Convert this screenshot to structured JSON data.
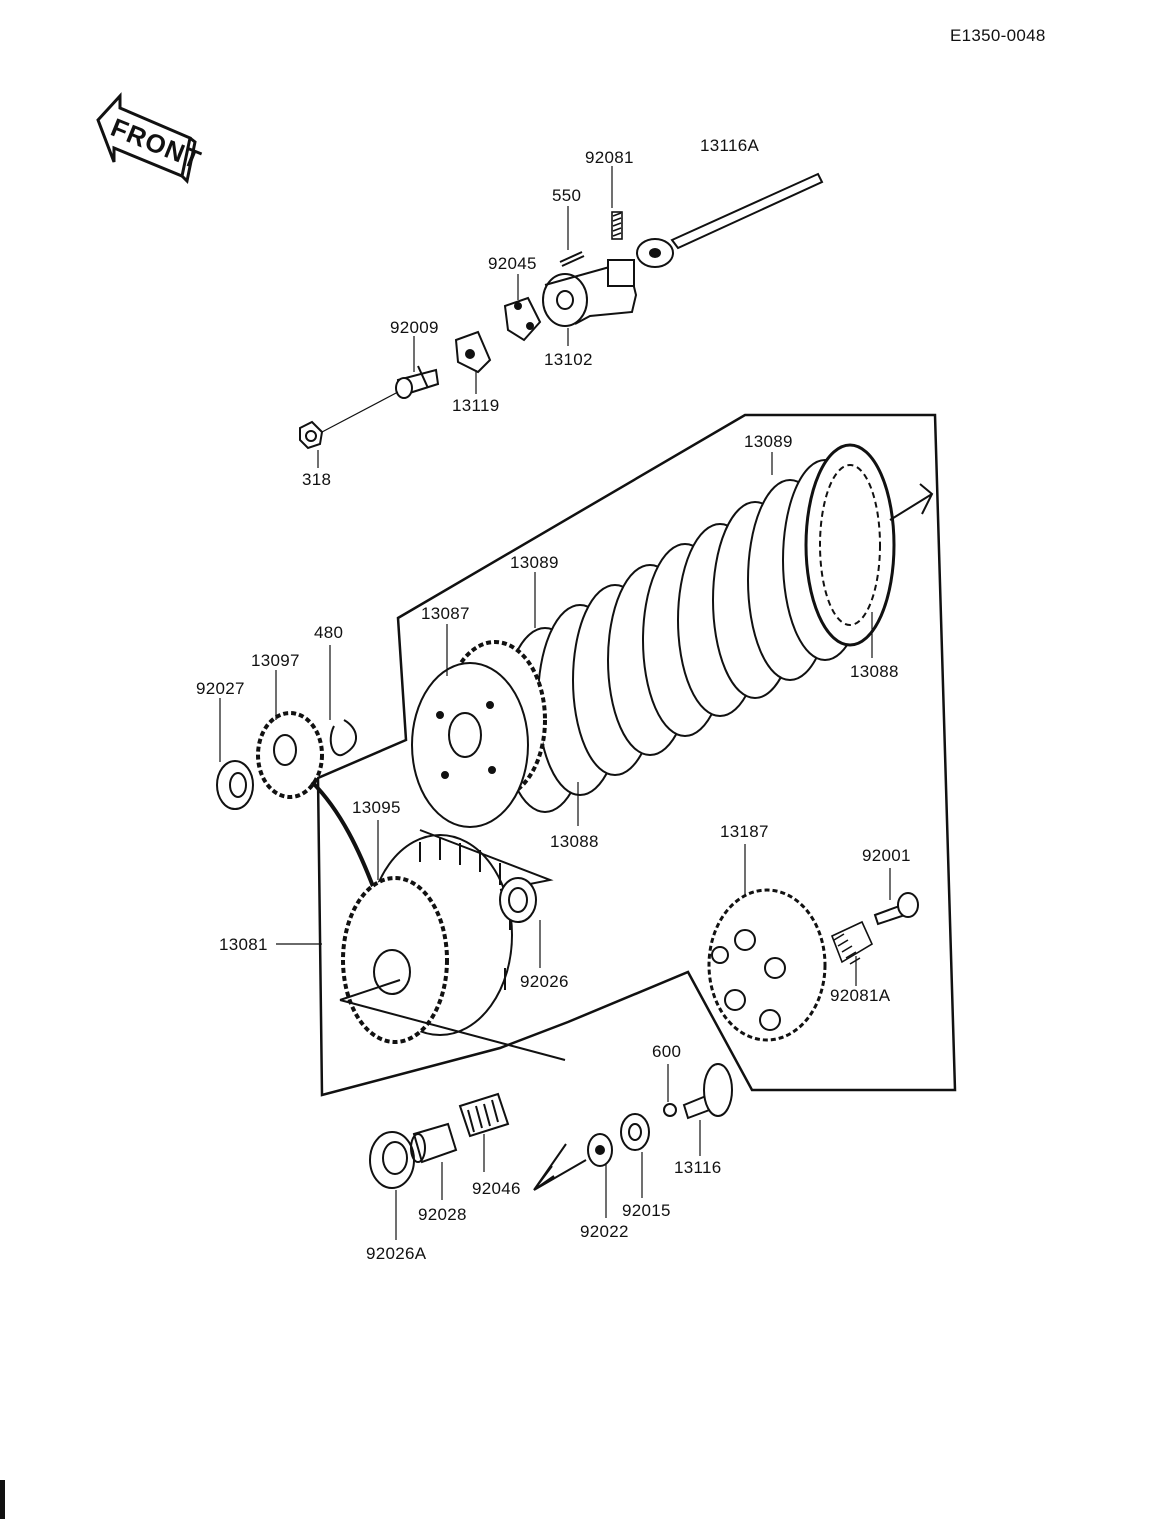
{
  "doc_id": "E1350-0048",
  "front_label": "FRONT",
  "parts": [
    {
      "id": "p-13116A",
      "number": "13116A"
    },
    {
      "id": "p-92081",
      "number": "92081"
    },
    {
      "id": "p-550",
      "number": "550"
    },
    {
      "id": "p-92045",
      "number": "92045"
    },
    {
      "id": "p-92009",
      "number": "92009"
    },
    {
      "id": "p-13102",
      "number": "13102"
    },
    {
      "id": "p-13119",
      "number": "13119"
    },
    {
      "id": "p-318",
      "number": "318"
    },
    {
      "id": "p-13089-top",
      "number": "13089"
    },
    {
      "id": "p-13089-mid",
      "number": "13089"
    },
    {
      "id": "p-13087",
      "number": "13087"
    },
    {
      "id": "p-480",
      "number": "480"
    },
    {
      "id": "p-13097",
      "number": "13097"
    },
    {
      "id": "p-92027",
      "number": "92027"
    },
    {
      "id": "p-13088-right",
      "number": "13088"
    },
    {
      "id": "p-13088-bottom",
      "number": "13088"
    },
    {
      "id": "p-13095",
      "number": "13095"
    },
    {
      "id": "p-13187",
      "number": "13187"
    },
    {
      "id": "p-92001",
      "number": "92001"
    },
    {
      "id": "p-13081",
      "number": "13081"
    },
    {
      "id": "p-92026",
      "number": "92026"
    },
    {
      "id": "p-92081A",
      "number": "92081A"
    },
    {
      "id": "p-600",
      "number": "600"
    },
    {
      "id": "p-13116",
      "number": "13116"
    },
    {
      "id": "p-92015",
      "number": "92015"
    },
    {
      "id": "p-92046",
      "number": "92046"
    },
    {
      "id": "p-92028",
      "number": "92028"
    },
    {
      "id": "p-92022",
      "number": "92022"
    },
    {
      "id": "p-92026A",
      "number": "92026A"
    }
  ]
}
